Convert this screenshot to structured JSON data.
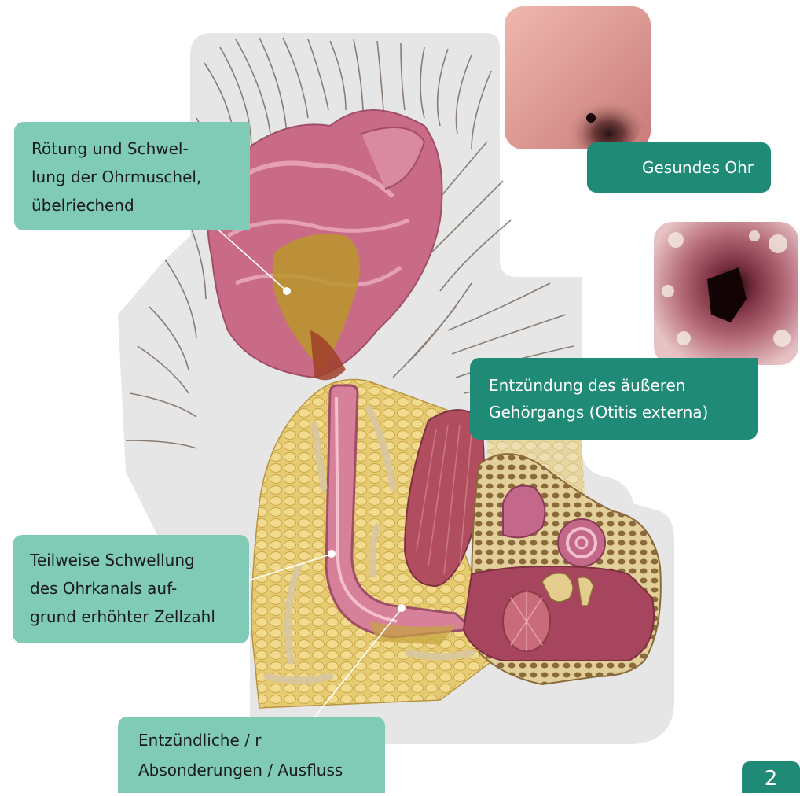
{
  "labels": {
    "pinna": {
      "line1": "Rötung und Schwel-",
      "line2": "lung der Ohrmuschel,",
      "line3": "übelriechend"
    },
    "healthy": "Gesundes Ohr",
    "otitis": {
      "line1": "Entzündung des äußeren",
      "line2": "Gehörgangs (Otitis externa)"
    },
    "canal": {
      "line1": "Teilweise Schwellung",
      "line2": "des Ohrkanals auf-",
      "line3": "grund erhöhter Zellzahl"
    },
    "discharge": {
      "line1": "Entzündliche / r",
      "line2": "Absonderungen / Ausfluss"
    }
  },
  "page_number": "2",
  "colors": {
    "label_light": "#7fcbb5",
    "label_dark": "#1f8a76",
    "skin": "#c96b86",
    "fat": "#e2c76a",
    "bone": "#d9c084",
    "fur": "#6f6258"
  }
}
